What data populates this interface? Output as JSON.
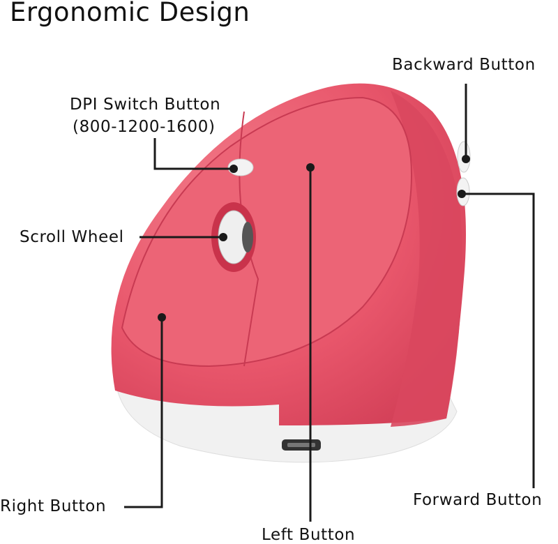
{
  "title": "Ergonomic Design",
  "labels": {
    "backward": "Backward Button",
    "dpi": "DPI Switch Button",
    "dpi_levels": "(800-1200-1600)",
    "scroll": "Scroll Wheel",
    "right": "Right Button",
    "left": "Left Button",
    "forward": "Forward Button"
  },
  "colors": {
    "body": "#e8566b",
    "shade": "#d2445a",
    "base": "#f2f2f2",
    "line": "#1a1a1a"
  }
}
